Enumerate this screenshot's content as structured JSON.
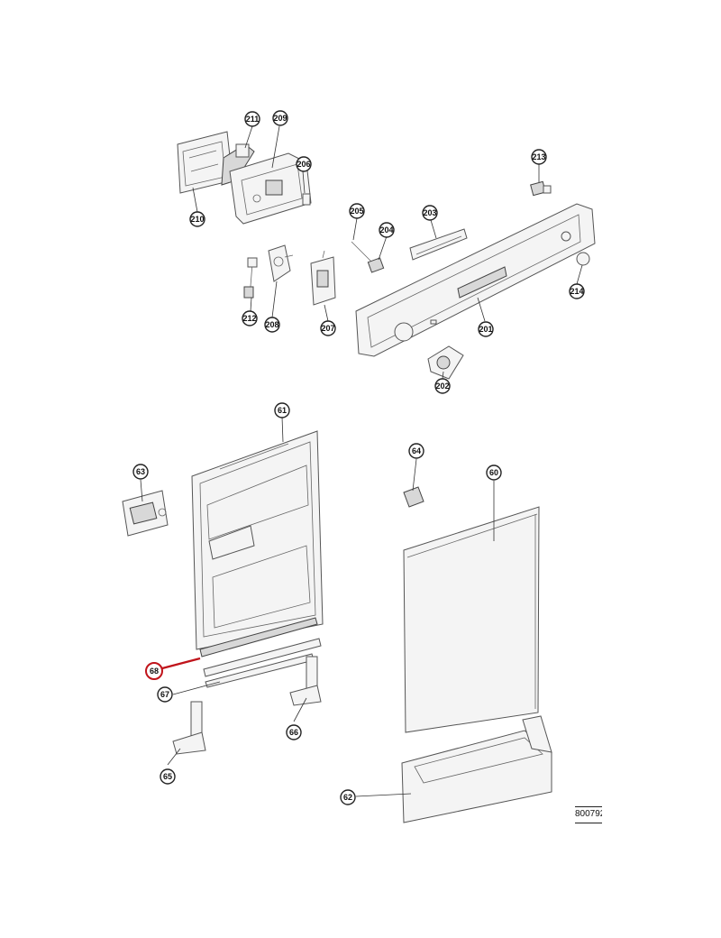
{
  "diagram": {
    "drawing_code": "800792",
    "highlighted_part": "68",
    "accent_color": "#c0141b",
    "callouts": {
      "c211": "211",
      "c209": "209",
      "c206": "206",
      "c210": "210",
      "c213": "213",
      "c205": "205",
      "c204": "204",
      "c203": "203",
      "c214": "214",
      "c212": "212",
      "c208": "208",
      "c207": "207",
      "c201": "201",
      "c202": "202",
      "c61": "61",
      "c63": "63",
      "c64": "64",
      "c60": "60",
      "c68": "68",
      "c67": "67",
      "c66": "66",
      "c65": "65",
      "c62": "62"
    }
  }
}
